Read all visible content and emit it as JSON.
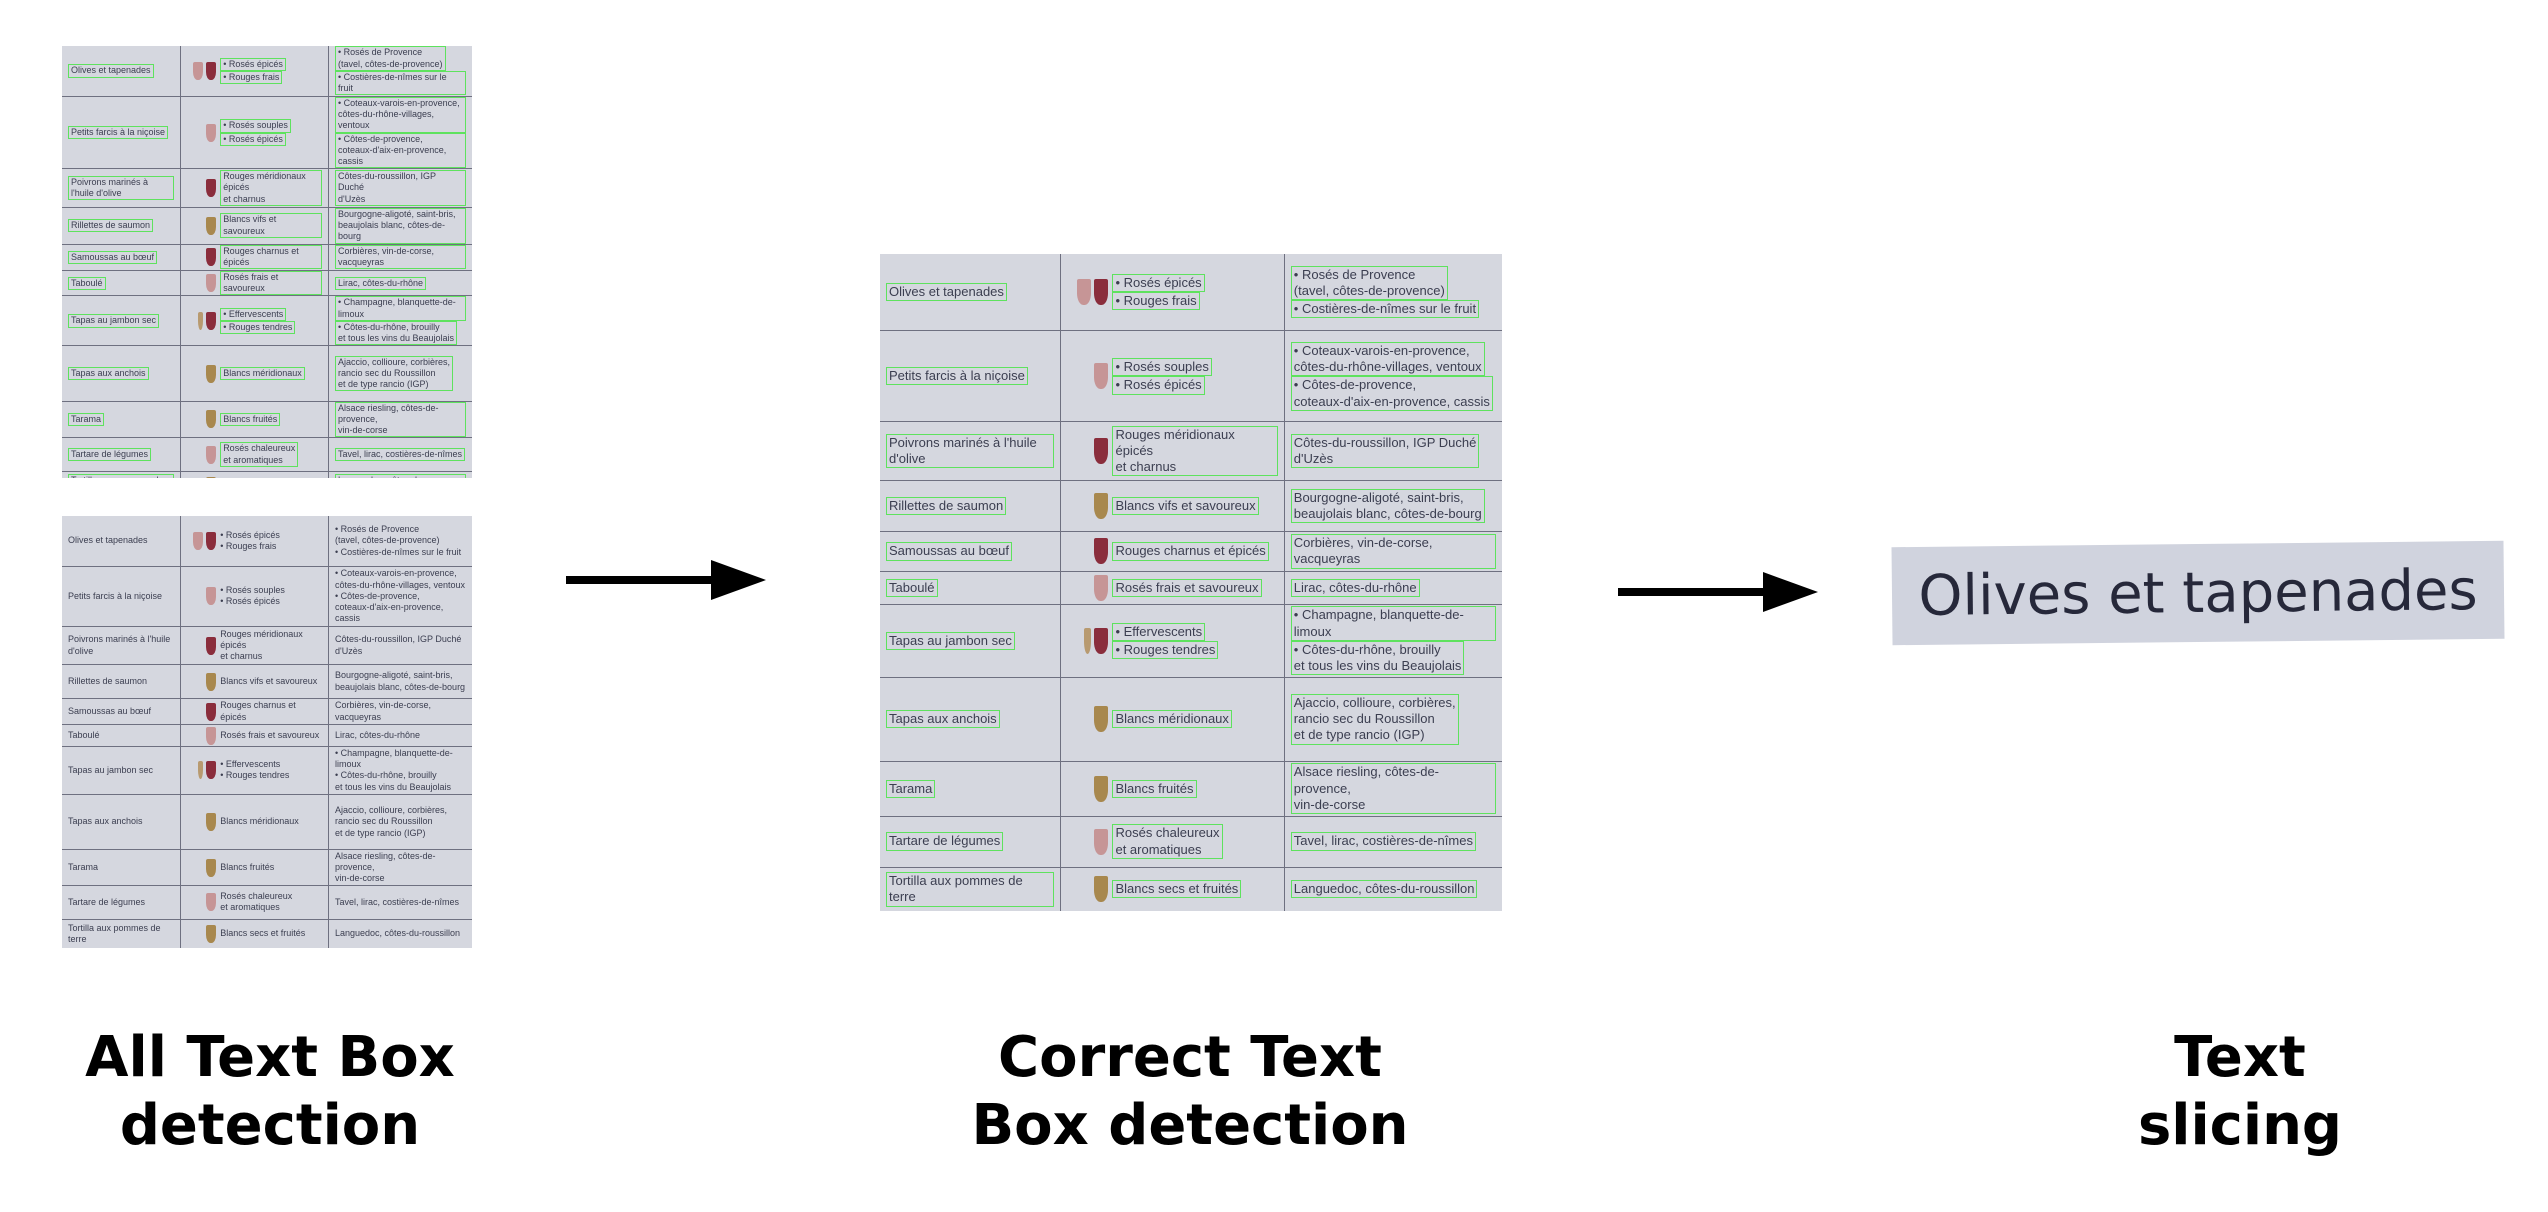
{
  "wine_table": [
    {
      "dish": "Olives et tapenades",
      "wines": [
        "• Rosés épicés",
        "• Rouges frais"
      ],
      "glasses": [
        "rose",
        "red"
      ],
      "appellations": [
        "• Rosés de Provence\n(tavel, côtes-de-provence)",
        "• Costières-de-nîmes sur le fruit"
      ]
    },
    {
      "dish": "Petits farcis à la niçoise",
      "wines": [
        "• Rosés souples",
        "• Rosés épicés"
      ],
      "glasses": [
        "rose"
      ],
      "appellations": [
        "• Coteaux-varois-en-provence,\ncôtes-du-rhône-villages, ventoux",
        "• Côtes-de-provence,\ncoteaux-d'aix-en-provence, cassis"
      ]
    },
    {
      "dish": "Poivrons marinés à l'huile d'olive",
      "wines": [
        "Rouges méridionaux épicés\net charnus"
      ],
      "glasses": [
        "red"
      ],
      "appellations": [
        "Côtes-du-roussillon, IGP Duché\nd'Uzès"
      ]
    },
    {
      "dish": "Rillettes de saumon",
      "wines": [
        "Blancs vifs et savoureux"
      ],
      "glasses": [
        "white"
      ],
      "appellations": [
        "Bourgogne-aligoté, saint-bris,\nbeaujolais blanc, côtes-de-bourg"
      ]
    },
    {
      "dish": "Samoussas au bœuf",
      "wines": [
        "Rouges charnus et épicés"
      ],
      "glasses": [
        "red"
      ],
      "appellations": [
        "Corbières, vin-de-corse, vacqueyras"
      ]
    },
    {
      "dish": "Taboulé",
      "wines": [
        "Rosés frais et savoureux"
      ],
      "glasses": [
        "rose"
      ],
      "appellations": [
        "Lirac, côtes-du-rhône"
      ]
    },
    {
      "dish": "Tapas au jambon sec",
      "wines": [
        "• Effervescents",
        "• Rouges tendres"
      ],
      "glasses": [
        "flute",
        "red"
      ],
      "appellations": [
        "• Champagne, blanquette-de-limoux",
        "• Côtes-du-rhône, brouilly\net tous les vins du Beaujolais"
      ]
    },
    {
      "dish": "Tapas aux anchois",
      "wines": [
        "Blancs méridionaux"
      ],
      "glasses": [
        "white"
      ],
      "appellations": [
        "Ajaccio, collioure, corbières,\nrancio sec du Roussillon\net de type rancio (IGP)"
      ]
    },
    {
      "dish": "Tarama",
      "wines": [
        "Blancs fruités"
      ],
      "glasses": [
        "white"
      ],
      "appellations": [
        "Alsace riesling, côtes-de-provence,\nvin-de-corse"
      ]
    },
    {
      "dish": "Tartare de légumes",
      "wines": [
        "Rosés chaleureux\net aromatiques"
      ],
      "glasses": [
        "rose"
      ],
      "appellations": [
        "Tavel, lirac, costières-de-nîmes"
      ]
    },
    {
      "dish": "Tortilla aux pommes de terre",
      "wines": [
        "Blancs secs et fruités"
      ],
      "glasses": [
        "white"
      ],
      "appellations": [
        "Languedoc, côtes-du-roussillon"
      ]
    }
  ],
  "glass_colors": {
    "rose": "#c69596",
    "red": "#8a2d3c",
    "white": "#a8884e",
    "flute": "#b89a70"
  },
  "box_color": "#5ee25e",
  "slice_text": "Olives et tapenades",
  "captions": {
    "left": "All Text Box\ndetection",
    "middle": "Correct Text\nBox detection",
    "right": "Text\nslicing"
  }
}
